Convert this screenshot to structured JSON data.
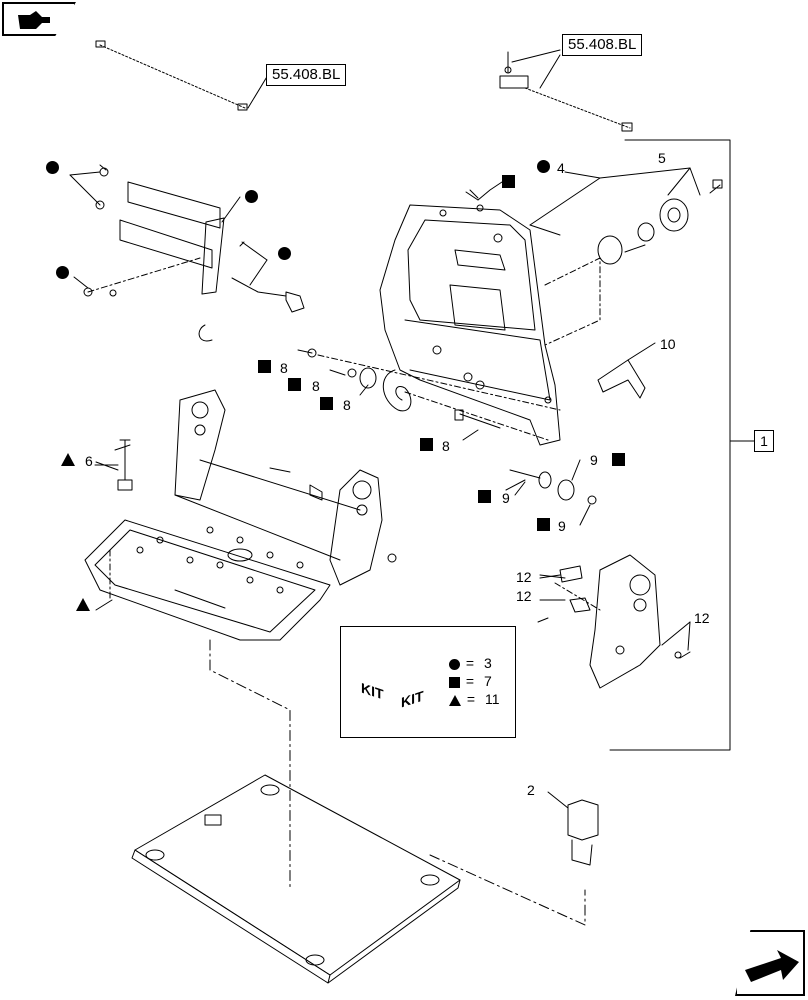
{
  "reference_boxes": {
    "left": "55.408.BL",
    "right": "55.408.BL"
  },
  "assembly_number": "1",
  "callouts": {
    "c2": "2",
    "c4": "4",
    "c5": "5",
    "c6": "6",
    "c8a": "8",
    "c8b": "8",
    "c8c": "8",
    "c8d": "8",
    "c9a": "9",
    "c9b": "9",
    "c9c": "9",
    "c10": "10",
    "c12a": "12",
    "c12b": "12",
    "c12c": "12"
  },
  "kit": {
    "label_left": "KIT",
    "label_right": "KIT",
    "circle_count": "3",
    "square_count": "7",
    "triangle_count": "11",
    "equals": "="
  },
  "icons": {
    "top_left_button": "hand-pointing-icon",
    "bottom_right_button": "arrow-next-icon"
  }
}
